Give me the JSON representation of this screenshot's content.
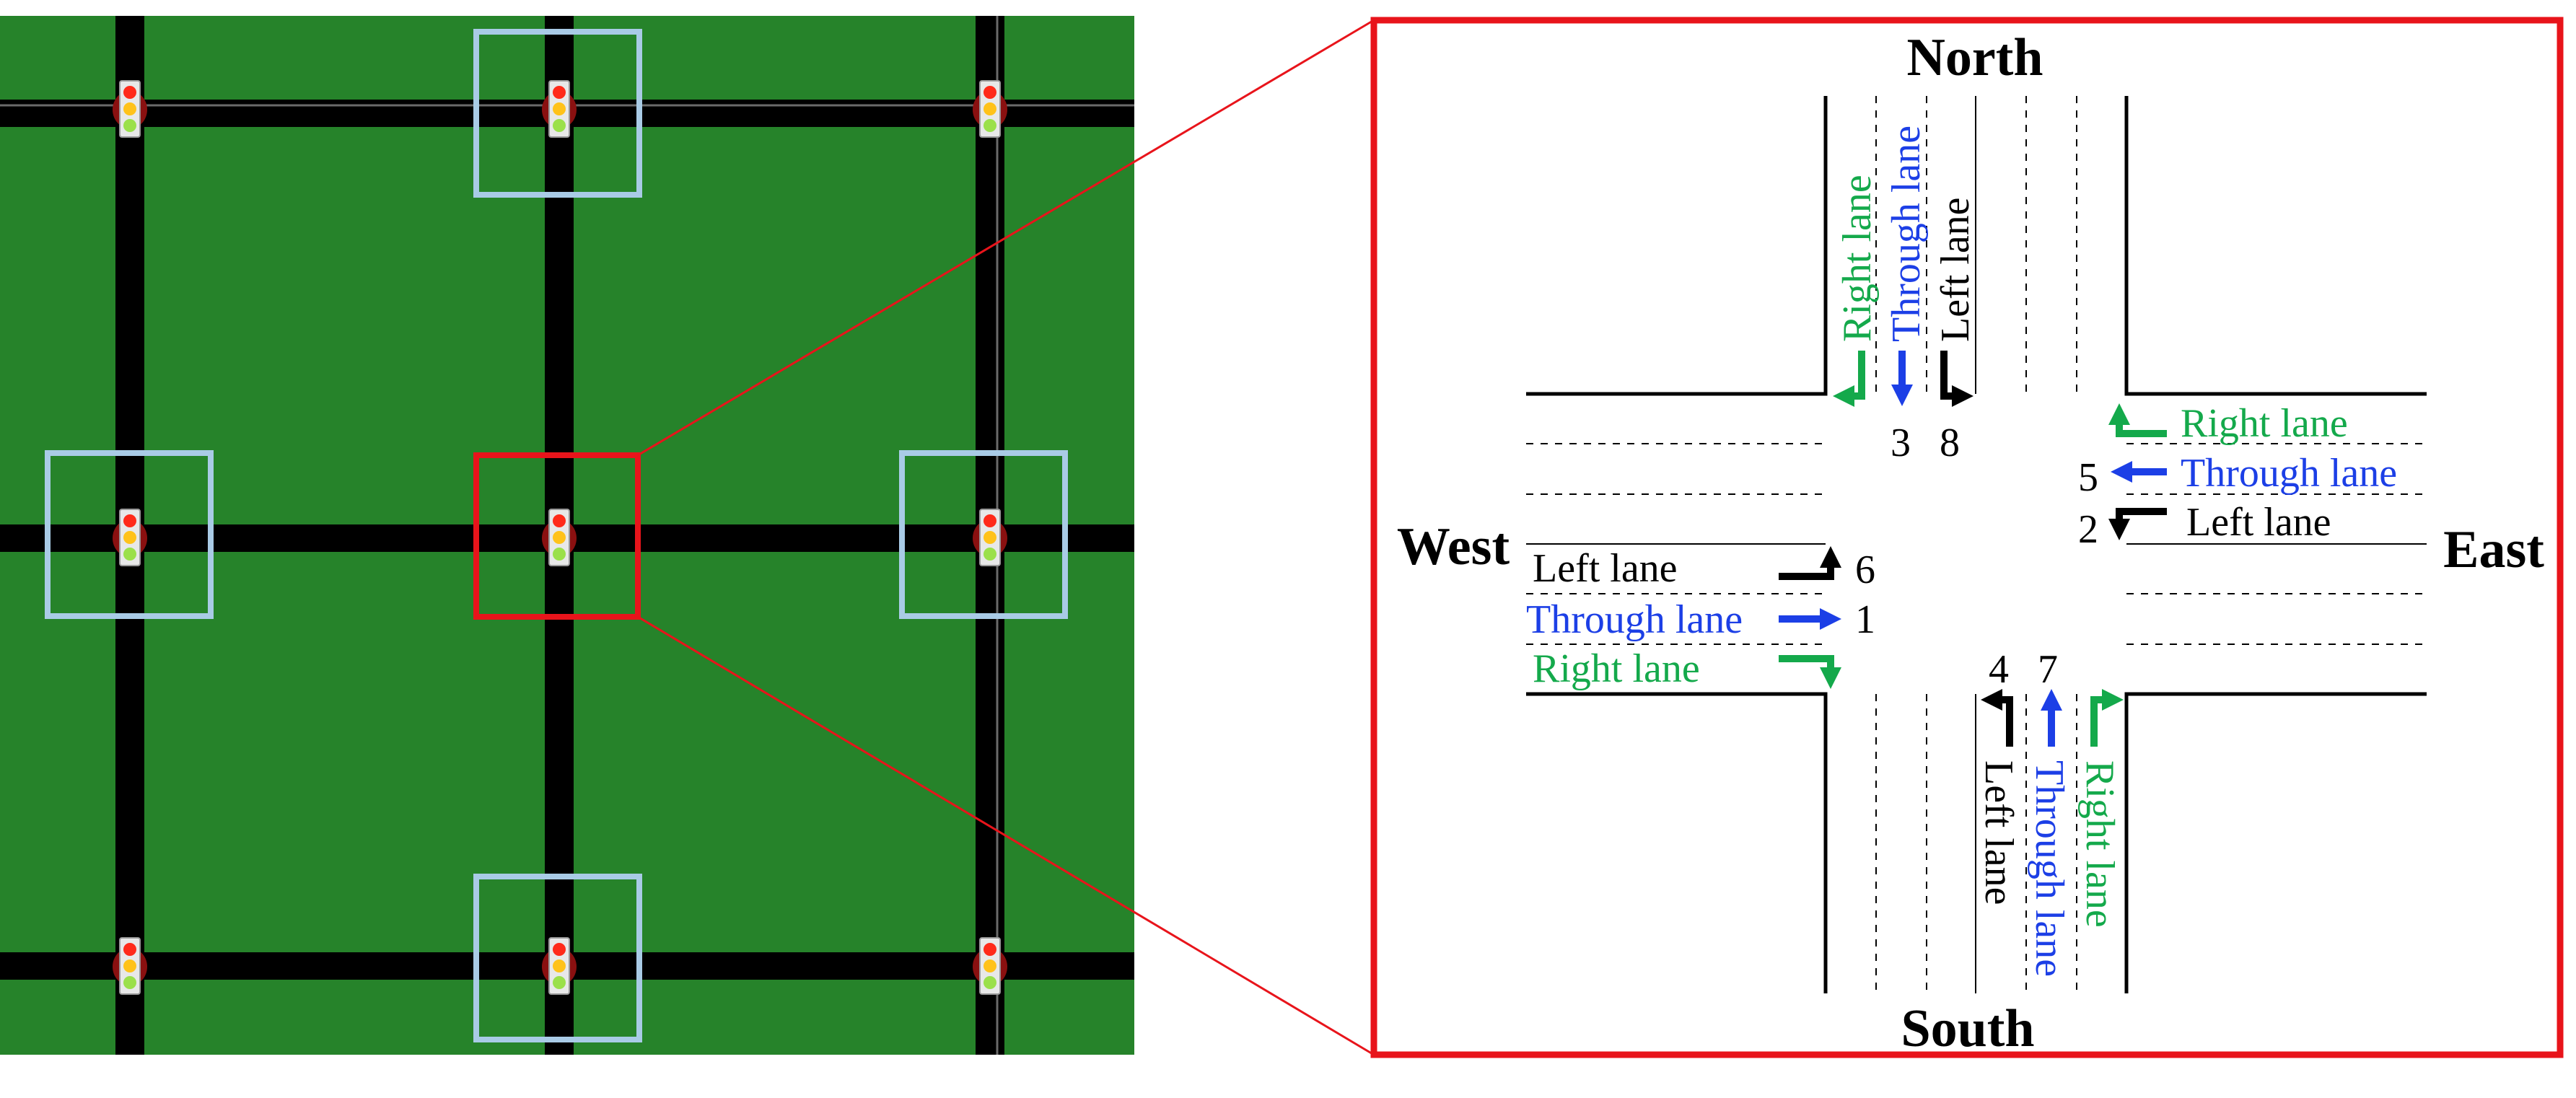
{
  "colors": {
    "grass": "#26832a",
    "road": "#000000",
    "highlight_red": "#e8141b",
    "neighbor_box": "#a9cbe6",
    "right_lane": "#14a94b",
    "through_lane": "#1c3fe6",
    "left_lane": "#000000",
    "light_body": "#8a1010",
    "light_red": "#ff2a1a",
    "light_yellow": "#ffc21a",
    "light_green": "#9be04a"
  },
  "directions": {
    "north": "North",
    "south": "South",
    "east": "East",
    "west": "West"
  },
  "lanes": {
    "north": {
      "right": "Right lane",
      "through": "Through lane",
      "left": "Left lane"
    },
    "south": {
      "right": "Right lane",
      "through": "Through lane",
      "left": "Left lane"
    },
    "east": {
      "right": "Right lane",
      "through": "Through lane",
      "left": "Left lane"
    },
    "west": {
      "right": "Right lane",
      "through": "Through lane",
      "left": "Left lane"
    }
  },
  "movement_numbers": {
    "w_through": "1",
    "e_left": "2",
    "n_through": "3",
    "s_left": "4",
    "e_through": "5",
    "w_left": "6",
    "s_through": "7",
    "n_left": "8"
  },
  "icons": {
    "traffic_light": "traffic-light-icon",
    "arrow": "lane-arrow-icon"
  }
}
